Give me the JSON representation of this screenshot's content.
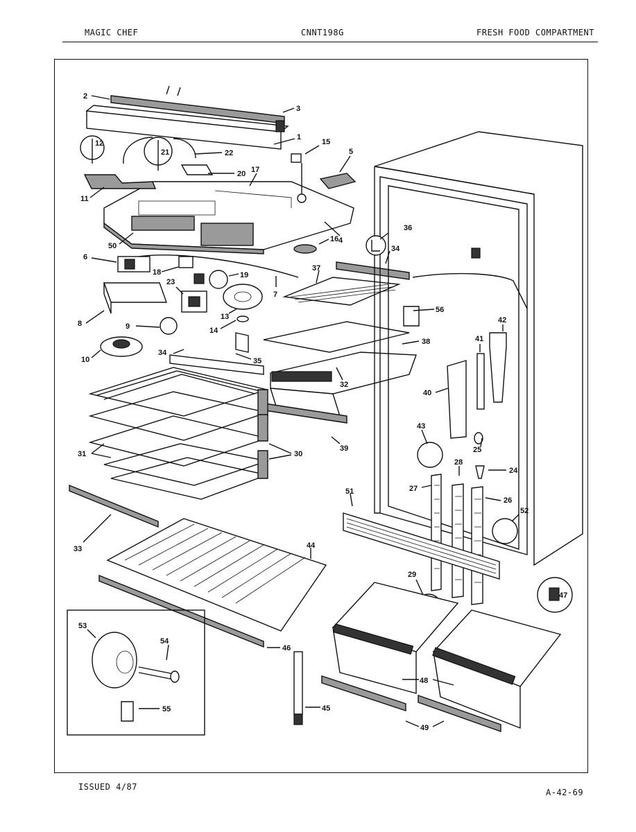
{
  "header": {
    "brand": "MAGIC CHEF",
    "model": "CNNT198G",
    "section": "FRESH FOOD COMPARTMENT"
  },
  "footer": {
    "issued": "ISSUED 4/87",
    "page_code": "A-42-69"
  },
  "callouts": [
    "2",
    "3",
    "1",
    "15",
    "5",
    "12",
    "21",
    "22",
    "20",
    "17",
    "11",
    "4",
    "36",
    "34",
    "50",
    "16",
    "6",
    "18",
    "19",
    "37",
    "7",
    "23",
    "56",
    "42",
    "8",
    "13",
    "14",
    "41",
    "9",
    "10",
    "34",
    "35",
    "38",
    "32",
    "40",
    "31",
    "30",
    "39",
    "43",
    "25",
    "28",
    "24",
    "27",
    "51",
    "26",
    "52",
    "33",
    "44",
    "29",
    "47",
    "53",
    "54",
    "46",
    "48",
    "55",
    "45",
    "49"
  ]
}
